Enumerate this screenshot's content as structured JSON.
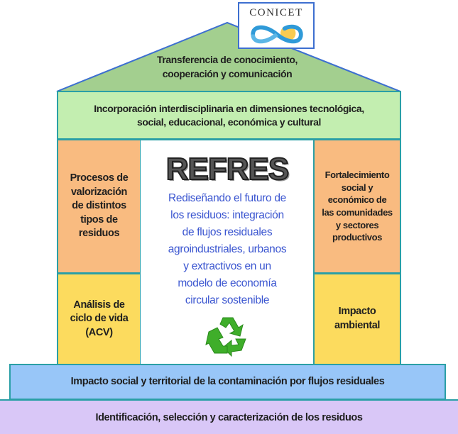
{
  "logo": {
    "text": "CONICET"
  },
  "roof": {
    "line1": "Transferencia de conocimiento,",
    "line2": "cooperación y comunicación"
  },
  "band1": {
    "line1": "Incorporación interdisciplinaria en dimensiones tecnológica,",
    "line2": "social, educacional, económica y cultural"
  },
  "left_pillar": {
    "top": [
      "Procesos de",
      "valorización",
      "de distintos",
      "tipos de",
      "residuos"
    ],
    "bottom": [
      "Análisis de",
      "ciclo de vida",
      "(ACV)"
    ]
  },
  "right_pillar": {
    "top": [
      "Fortalecimiento",
      "social y",
      "económico de",
      "las comunidades",
      "y sectores",
      "productivos"
    ],
    "bottom": [
      "Impacto",
      "ambiental"
    ]
  },
  "center": {
    "title": "REFRES",
    "description": [
      "Rediseñando el futuro de",
      "los residuos: integración",
      "de flujos residuales",
      "agroindustriales, urbanos",
      "y extractivos en un",
      "modelo de economía",
      "circular sostenible"
    ]
  },
  "base1": {
    "text": "Impacto social y territorial de la contaminación por flujos residuales"
  },
  "base2": {
    "text": "Identificación, selección y caracterización de los residuos"
  },
  "icons": {
    "logo": "conicet-infinity-sun-logo",
    "center": "recycle-icon"
  }
}
